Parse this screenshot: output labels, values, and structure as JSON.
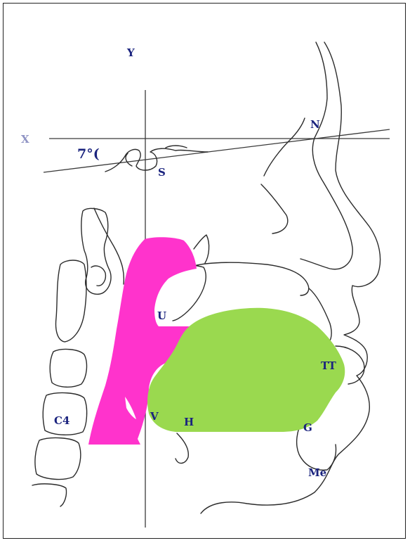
{
  "labels": {
    "Y": "Y",
    "X": "X",
    "angle": "7°(",
    "S": "S",
    "N": "N",
    "U": "U",
    "TT": "TT",
    "V": "V",
    "H": "H",
    "G": "G",
    "C4": "C4",
    "Me": "Me"
  },
  "colors": {
    "airway": "#ff33cc",
    "tongue": "#9ad94f",
    "label": "#1a237e",
    "trace": "#2b2b2b"
  }
}
